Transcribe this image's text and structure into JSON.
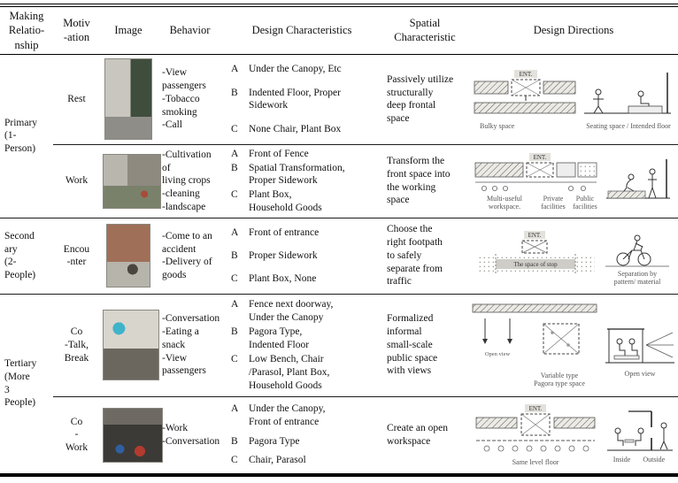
{
  "table": {
    "columns": [
      "Making\nRelatio-\nnship",
      "Motiv\n-ation",
      "Image",
      "Behavior",
      "Design Characteristics",
      "Spatial\nCharacteristic",
      "Design Directions"
    ]
  },
  "groups": [
    {
      "label": "Primary\n(1-\nPerson)"
    },
    {
      "label": "Second\nary\n(2-\nPeople)"
    },
    {
      "label": "Tertiary\n(More\n3\nPeople)"
    }
  ],
  "rows": [
    {
      "motivation": "Rest",
      "behavior": "-View\npassengers\n-Tobacco\nsmoking\n-Call",
      "dc": [
        {
          "k": "A",
          "v": "Under the Canopy, Etc"
        },
        {
          "k": "B",
          "v": "Indented Floor, Proper\nSidework"
        },
        {
          "k": "C",
          "v": "None Chair, Plant Box"
        }
      ],
      "spatial": "Passively utilize\nstructurally\ndeep frontal\nspace",
      "sketch": {
        "ent": "ENT.",
        "cap_left": "Bulky space",
        "cap_right": "Seating space / Intended floor"
      }
    },
    {
      "motivation": "Work",
      "behavior": "-Cultivation of\nliving crops\n-cleaning\n-landscape",
      "dc": [
        {
          "k": "A",
          "v": "Front of Fence"
        },
        {
          "k": "B",
          "v": "Spatial Transformation,\nProper Sidework"
        },
        {
          "k": "C",
          "v": "Plant Box,\nHousehold Goods"
        }
      ],
      "spatial": "Transform the\nfront space into\nthe working\nspace",
      "sketch": {
        "ent": "ENT.",
        "caps": [
          "Multi-useful\nworkspace.",
          "Private\nfacilities",
          "Public\nfacilities"
        ]
      }
    },
    {
      "motivation": "Encou\n-nter",
      "behavior": "-Come to an\naccident\n-Delivery of\ngoods",
      "dc": [
        {
          "k": "A",
          "v": "Front of entrance"
        },
        {
          "k": "B",
          "v": "Proper Sidework"
        },
        {
          "k": "C",
          "v": "Plant Box, None"
        }
      ],
      "spatial": "Choose the\nright footpath\nto safely\nseparate from\ntraffic",
      "sketch": {
        "ent": "ENT.",
        "band": "The space of stop",
        "cap_right": "Separation by\npattern/ material"
      }
    },
    {
      "motivation": "Co\n-Talk,\nBreak",
      "behavior": "-Conversation\n-Eating a\nsnack\n-View\npassengers",
      "dc": [
        {
          "k": "A",
          "v": "Fence next doorway,\nUnder the Canopy"
        },
        {
          "k": "B",
          "v": "Pagora Type,\nIndented Floor"
        },
        {
          "k": "C",
          "v": "Low Bench, Chair\n/Parasol, Plant Box,\nHousehold Goods"
        }
      ],
      "spatial": "Formalized\ninformal\nsmall-scale\npublic space\nwith views",
      "sketch": {
        "open_left": "Open view",
        "cap_center": "Variable type\nPagora type space",
        "open_right": "Open view"
      }
    },
    {
      "motivation": "Co\n-\nWork",
      "behavior": "-Work\n-Conversation",
      "dc": [
        {
          "k": "A",
          "v": "Under the Canopy,\nFront of entrance"
        },
        {
          "k": "B",
          "v": "Pagora Type"
        },
        {
          "k": "C",
          "v": "Chair, Parasol"
        }
      ],
      "spatial": "Create an open\nworkspace",
      "sketch": {
        "ent": "ENT.",
        "cap_center": "Same level floor",
        "cap_inside": "Inside",
        "cap_outside": "Outside"
      }
    }
  ]
}
